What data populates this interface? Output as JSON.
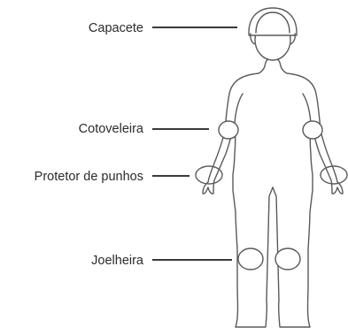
{
  "labels": {
    "helmet": "Capacete",
    "elbow_pad": "Cotoveleira",
    "wrist_guard": "Protetor de punhos",
    "knee_pad": "Joelheira"
  },
  "colors": {
    "outline": "#5a5a5a",
    "leader_line": "#3a3a3a",
    "text": "#2b2b2b",
    "background": "#ffffff"
  }
}
